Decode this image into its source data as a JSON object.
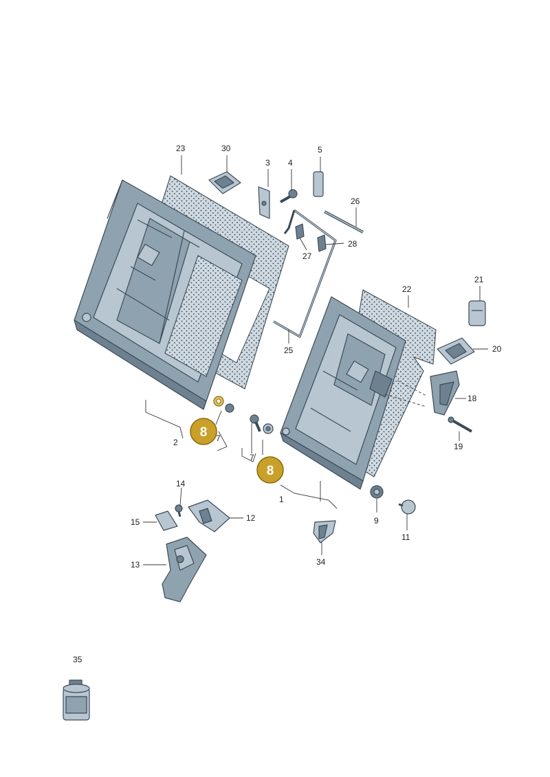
{
  "labels": {
    "l1": "1",
    "l2": "2",
    "l3": "3",
    "l4": "4",
    "l5": "5",
    "l7a": "7",
    "l7b": "7",
    "l9": "9",
    "l11": "11",
    "l12": "12",
    "l13": "13",
    "l14": "14",
    "l15": "15",
    "l18": "18",
    "l19": "19",
    "l20": "20",
    "l21": "21",
    "l22": "22",
    "l23": "23",
    "l25": "25",
    "l26": "26",
    "l27": "27",
    "l28": "28",
    "l30": "30",
    "l34": "34",
    "l35": "35"
  },
  "highlights": {
    "left": "8",
    "right": "8"
  },
  "colors": {
    "highlight_fill": "#c9a02a",
    "highlight_stroke": "#8a6a10",
    "part_fill": "#8fa2b0",
    "part_stroke": "#3b4a55"
  }
}
